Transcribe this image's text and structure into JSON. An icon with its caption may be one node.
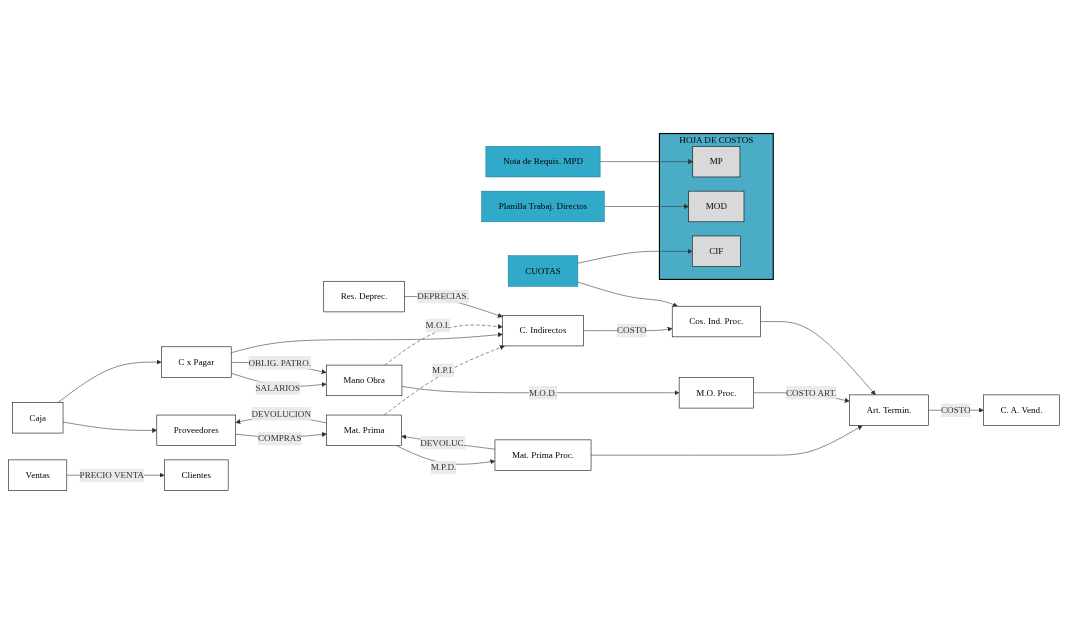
{
  "diagram": {
    "nodes": [
      {
        "text": [
          "Proveedores"
        ]
      },
      {
        "text": [
          "Mat. Prima"
        ]
      },
      {
        "text": [
          "Mat. Prima Proc."
        ]
      },
      {
        "text": [
          "Caja"
        ]
      },
      {
        "text": [
          "C x Pagar"
        ]
      },
      {
        "text": [
          "Mano Obra"
        ]
      },
      {
        "text": [
          "M.O. Proc."
        ]
      },
      {
        "text": [
          "Art. Termin."
        ]
      },
      {
        "text": [
          "C. A. Vend."
        ]
      },
      {
        "text": [
          "Ventas"
        ]
      },
      {
        "text": [
          "Clientes"
        ]
      },
      {
        "text": [
          "Res. Deprec."
        ]
      },
      {
        "text": [
          "C. Indirectos"
        ]
      },
      {
        "text": [
          "Cos. Ind. Proc."
        ]
      },
      {
        "text": [
          "Nota de Requis. MPD"
        ]
      },
      {
        "text": [
          "HOJA DE COSTOS"
        ]
      },
      {
        "text": [
          "MP"
        ],
        "in": 15
      },
      {
        "text": [
          "MOD"
        ],
        "in": 15
      },
      {
        "text": [
          "CIF"
        ],
        "in": 15
      },
      {
        "text": [
          "Planilla Trabaj. Directos"
        ]
      },
      {
        "text": [
          "CUOTAS"
        ]
      }
    ],
    "edges": [
      {
        "from": 3,
        "to": 0,
        "arrow": "to"
      },
      {
        "from": 3,
        "to": 4,
        "arrow": "to"
      },
      {
        "from": 0,
        "to": 1,
        "arrow": "to",
        "label": "COMPRAS"
      },
      {
        "from": 1,
        "to": 0,
        "arrow": "to",
        "label": "DEVOLUCION"
      },
      {
        "from": 1,
        "to": 2,
        "arrow": "to",
        "label": "M.P.D."
      },
      {
        "from": 2,
        "to": 1,
        "arrow": "to",
        "label": "DEVOLUC."
      },
      {
        "from": 1,
        "to": 12,
        "arrow": "to",
        "label": "M.P.I.",
        "style": "dashed"
      },
      {
        "from": 2,
        "to": 7,
        "arrow": "to"
      },
      {
        "from": 4,
        "to": 5,
        "arrow": "to",
        "label": "SALARIOS"
      },
      {
        "from": 4,
        "to": 5,
        "arrow": "to",
        "label": "OBLIG. PATRO."
      },
      {
        "from": 4,
        "to": 12,
        "arrow": "to"
      },
      {
        "from": 5,
        "to": 6,
        "arrow": "to",
        "label": "M.O.D."
      },
      {
        "from": 5,
        "to": 12,
        "arrow": "to",
        "label": "M.O.I.",
        "style": "dashed"
      },
      {
        "from": 6,
        "to": 7,
        "arrow": "to",
        "label": "COSTO ART."
      },
      {
        "from": 7,
        "to": 8,
        "arrow": "to",
        "label": "COSTO"
      },
      {
        "from": 9,
        "to": 10,
        "arrow": "to",
        "label": "PRECIO VENTA"
      },
      {
        "from": 11,
        "to": 12,
        "arrow": "to",
        "label": "DEPRECIAS."
      },
      {
        "from": 12,
        "to": 13,
        "arrow": "to",
        "label": "COSTO"
      },
      {
        "from": 13,
        "to": 7,
        "arrow": "to"
      },
      {
        "from": 14,
        "to": 16,
        "arrow": "to"
      },
      {
        "from": 19,
        "to": 17,
        "arrow": "to"
      },
      {
        "from": 20,
        "to": 18,
        "arrow": "to"
      },
      {
        "from": 20,
        "to": 13,
        "arrow": "to"
      }
    ]
  }
}
